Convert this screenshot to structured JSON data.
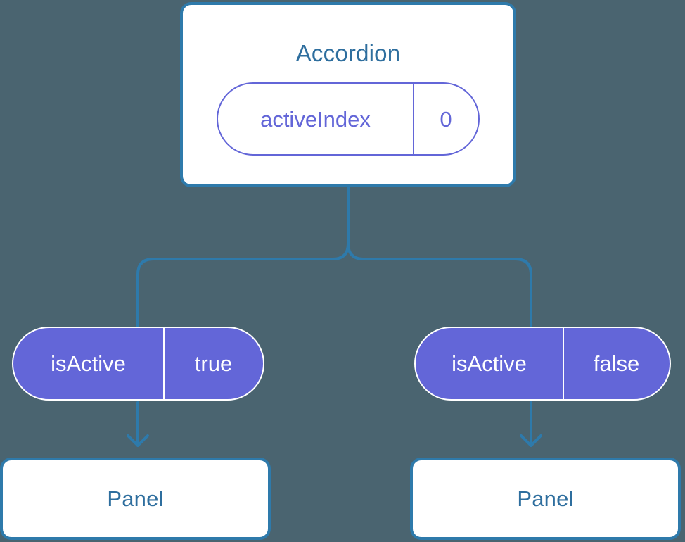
{
  "diagram": {
    "background_color": "#4a6470",
    "accent_blue": "#2e7aab",
    "title_blue": "#2e6e9e",
    "state_indigo": "#6366d8",
    "white": "#ffffff"
  },
  "root": {
    "component_label": "Accordion",
    "state": {
      "key": "activeIndex",
      "value": "0"
    }
  },
  "branches": [
    {
      "state": {
        "key": "isActive",
        "value": "true"
      },
      "component_label": "Panel"
    },
    {
      "state": {
        "key": "isActive",
        "value": "false"
      },
      "component_label": "Panel"
    }
  ]
}
